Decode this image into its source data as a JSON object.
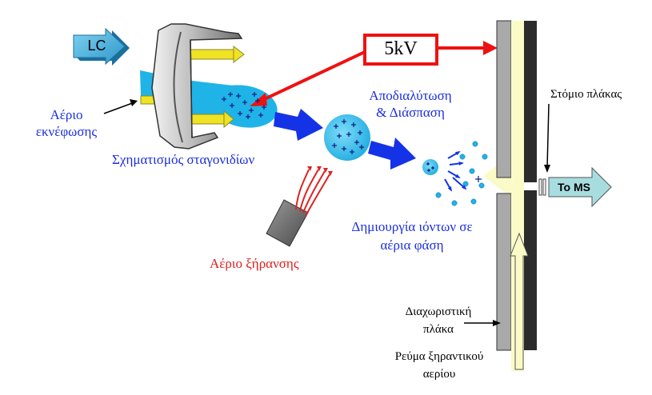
{
  "labels": {
    "lc": "LC",
    "voltage": "5kV",
    "nebulizing_gas_line1": "Αέριο",
    "nebulizing_gas_line2": "εκνέφωσης",
    "droplet_formation": "Σχηματισμός σταγονιδίων",
    "desolvation_line1": "Αποδιαλύτωση",
    "desolvation_line2": "& Διάσπαση",
    "plate_orifice": "Στόμιο πλάκας",
    "to_ms": "To MS",
    "gas_phase_ions_line1": "Δημιουργία ιόντων σε",
    "gas_phase_ions_line2": "αέρια φάση",
    "drying_gas": "Αέριο ξήρανσης",
    "separating_plate_line1": "Διαχωριστική",
    "separating_plate_line2": "πλάκα",
    "drying_gas_flow_line1": "Ρεύμα ξηραντικού",
    "drying_gas_flow_line2": "αερίου"
  },
  "colors": {
    "blue_text": "#1c2fe0",
    "red_text": "#e0201c",
    "cyan_spray": "#1fb3e8",
    "red_arrow": "#ee1111",
    "pale_yellow_flow": "#fbfbc8",
    "plate_gray": "#a9a9a9",
    "plate_dark": "#2b2b2b",
    "blue_arrow": "#1533e6",
    "to_ms_arrow": "#a8dde0"
  }
}
